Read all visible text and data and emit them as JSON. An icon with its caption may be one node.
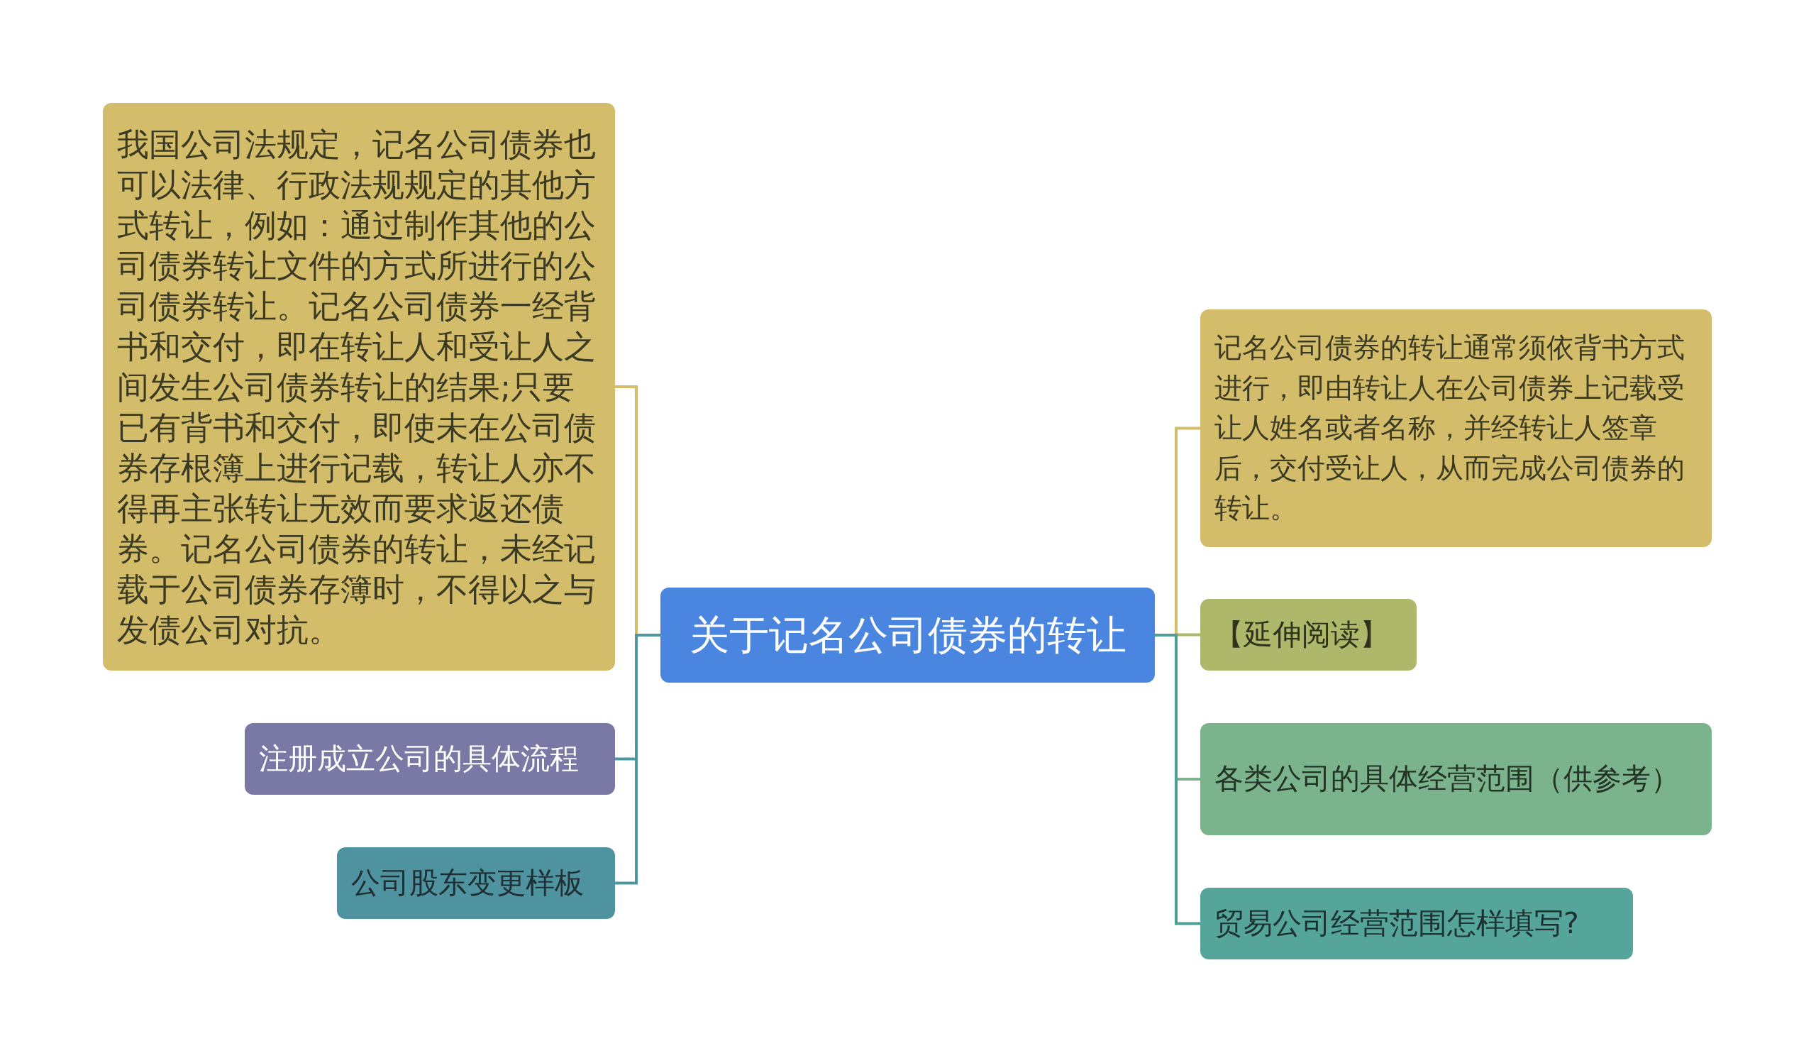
{
  "diagram": {
    "nodes": [
      {
        "text": [
          "关于记名公司债券的转让"
        ]
      },
      {
        "text": [
          "我国公司法规定，记名公司债券也可以法律、行政法规规定的其他方式转让，例如：通过制作其他的公司债券转让文件的方式所进行的公司债券转让。记名公司债券一经背书和交付，即在转让人和受让人之间发生公司债券转让的结果;只要已有背书和交付，即使未在公司债券存根簿上进行记载，转让人亦不得再主张转让无效而要求返还债券。记名公司债券的转让，未经记载于公司债券存簿时，不得以之与发债公司对抗。"
        ]
      },
      {
        "text": [
          "注册成立公司的具体流程"
        ]
      },
      {
        "text": [
          "公司股东变更样板"
        ]
      },
      {
        "text": [
          "记名公司债券的转让通常须依背书方式进行，即由转让人在公司债券上记载受让人姓名或者名称，并经转让人签章后，交付受让人，从而完成公司债券的转让。"
        ]
      },
      {
        "text": [
          "【延伸阅读】"
        ]
      },
      {
        "text": [
          "各类公司的具体经营范围（供参考）"
        ]
      },
      {
        "text": [
          "贸易公司经营范围怎样填写?"
        ]
      }
    ],
    "edges": [
      {
        "from": 0,
        "to": 1,
        "arrow": "none",
        "color": "#d4bd6a"
      },
      {
        "from": 0,
        "to": 2,
        "arrow": "none",
        "color": "#4e979f"
      },
      {
        "from": 0,
        "to": 3,
        "arrow": "none",
        "color": "#4e979f"
      },
      {
        "from": 0,
        "to": 4,
        "arrow": "none",
        "color": "#d4bd6a"
      },
      {
        "from": 0,
        "to": 5,
        "arrow": "none",
        "color": "#aeb86a"
      },
      {
        "from": 0,
        "to": 6,
        "arrow": "none",
        "color": "#7bb38c"
      },
      {
        "from": 0,
        "to": 7,
        "arrow": "none",
        "color": "#4e9f98"
      }
    ]
  }
}
